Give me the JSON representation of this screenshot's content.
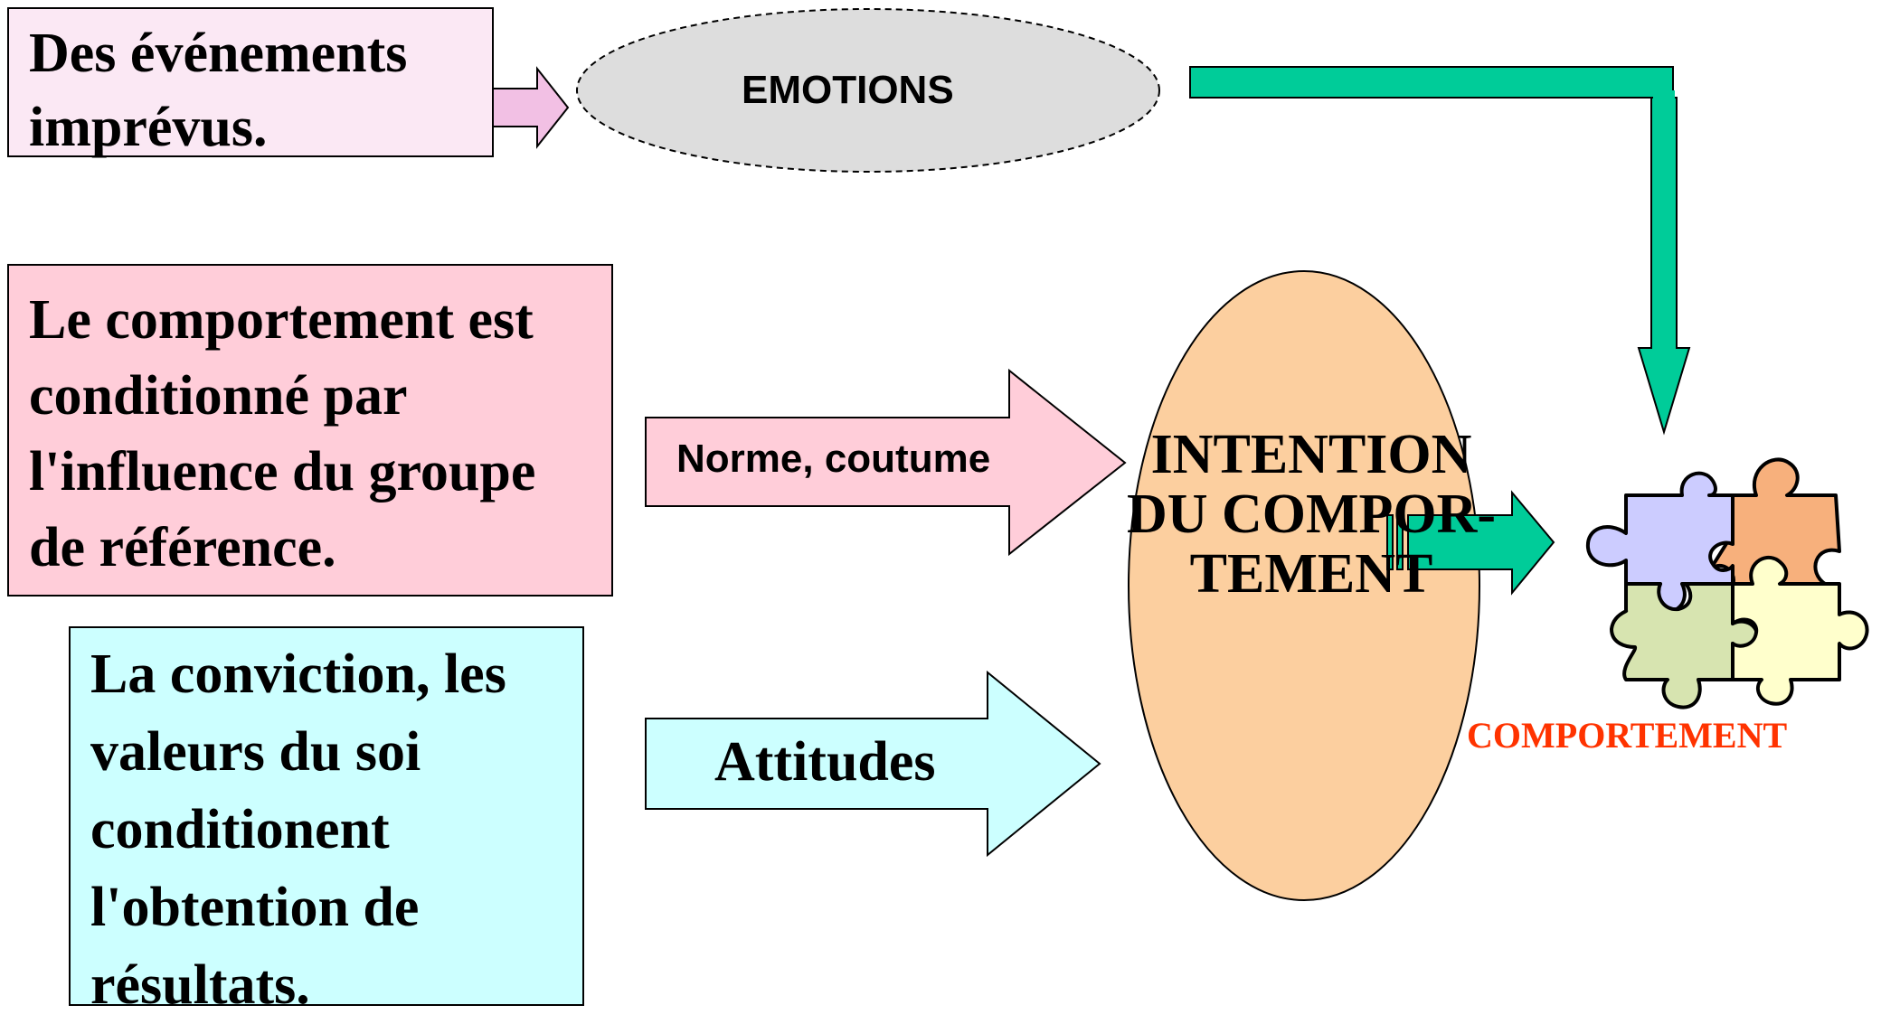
{
  "boxes": {
    "events": [
      "Des événements",
      "imprévus."
    ],
    "influence": [
      "Le comportement est",
      "conditionné par",
      "l'influence du groupe",
      "de référence."
    ],
    "conviction": [
      "La conviction, les",
      "valeurs du soi",
      "conditionent",
      "l'obtention de",
      "résultats."
    ]
  },
  "labels": {
    "emotions": "EMOTIONS",
    "norme": "Norme, coutume",
    "attitudes": "Attitudes",
    "intention": "INTENTION DU COMPOR-TEMENT",
    "comportement": "COMPORTEMENT"
  },
  "colors": {
    "events_fill": "#fbe8f4",
    "influence_fill": "#ffcdd9",
    "conviction_fill": "#ccffff",
    "emotions_fill": "#dddddd",
    "intention_fill": "#fccf9f",
    "green_arrow": "#00cc99",
    "pink_arrow": "#f2c0e4",
    "comportement_text": "#ff3300"
  },
  "icons": {
    "puzzle": "puzzle-pieces-icon"
  }
}
